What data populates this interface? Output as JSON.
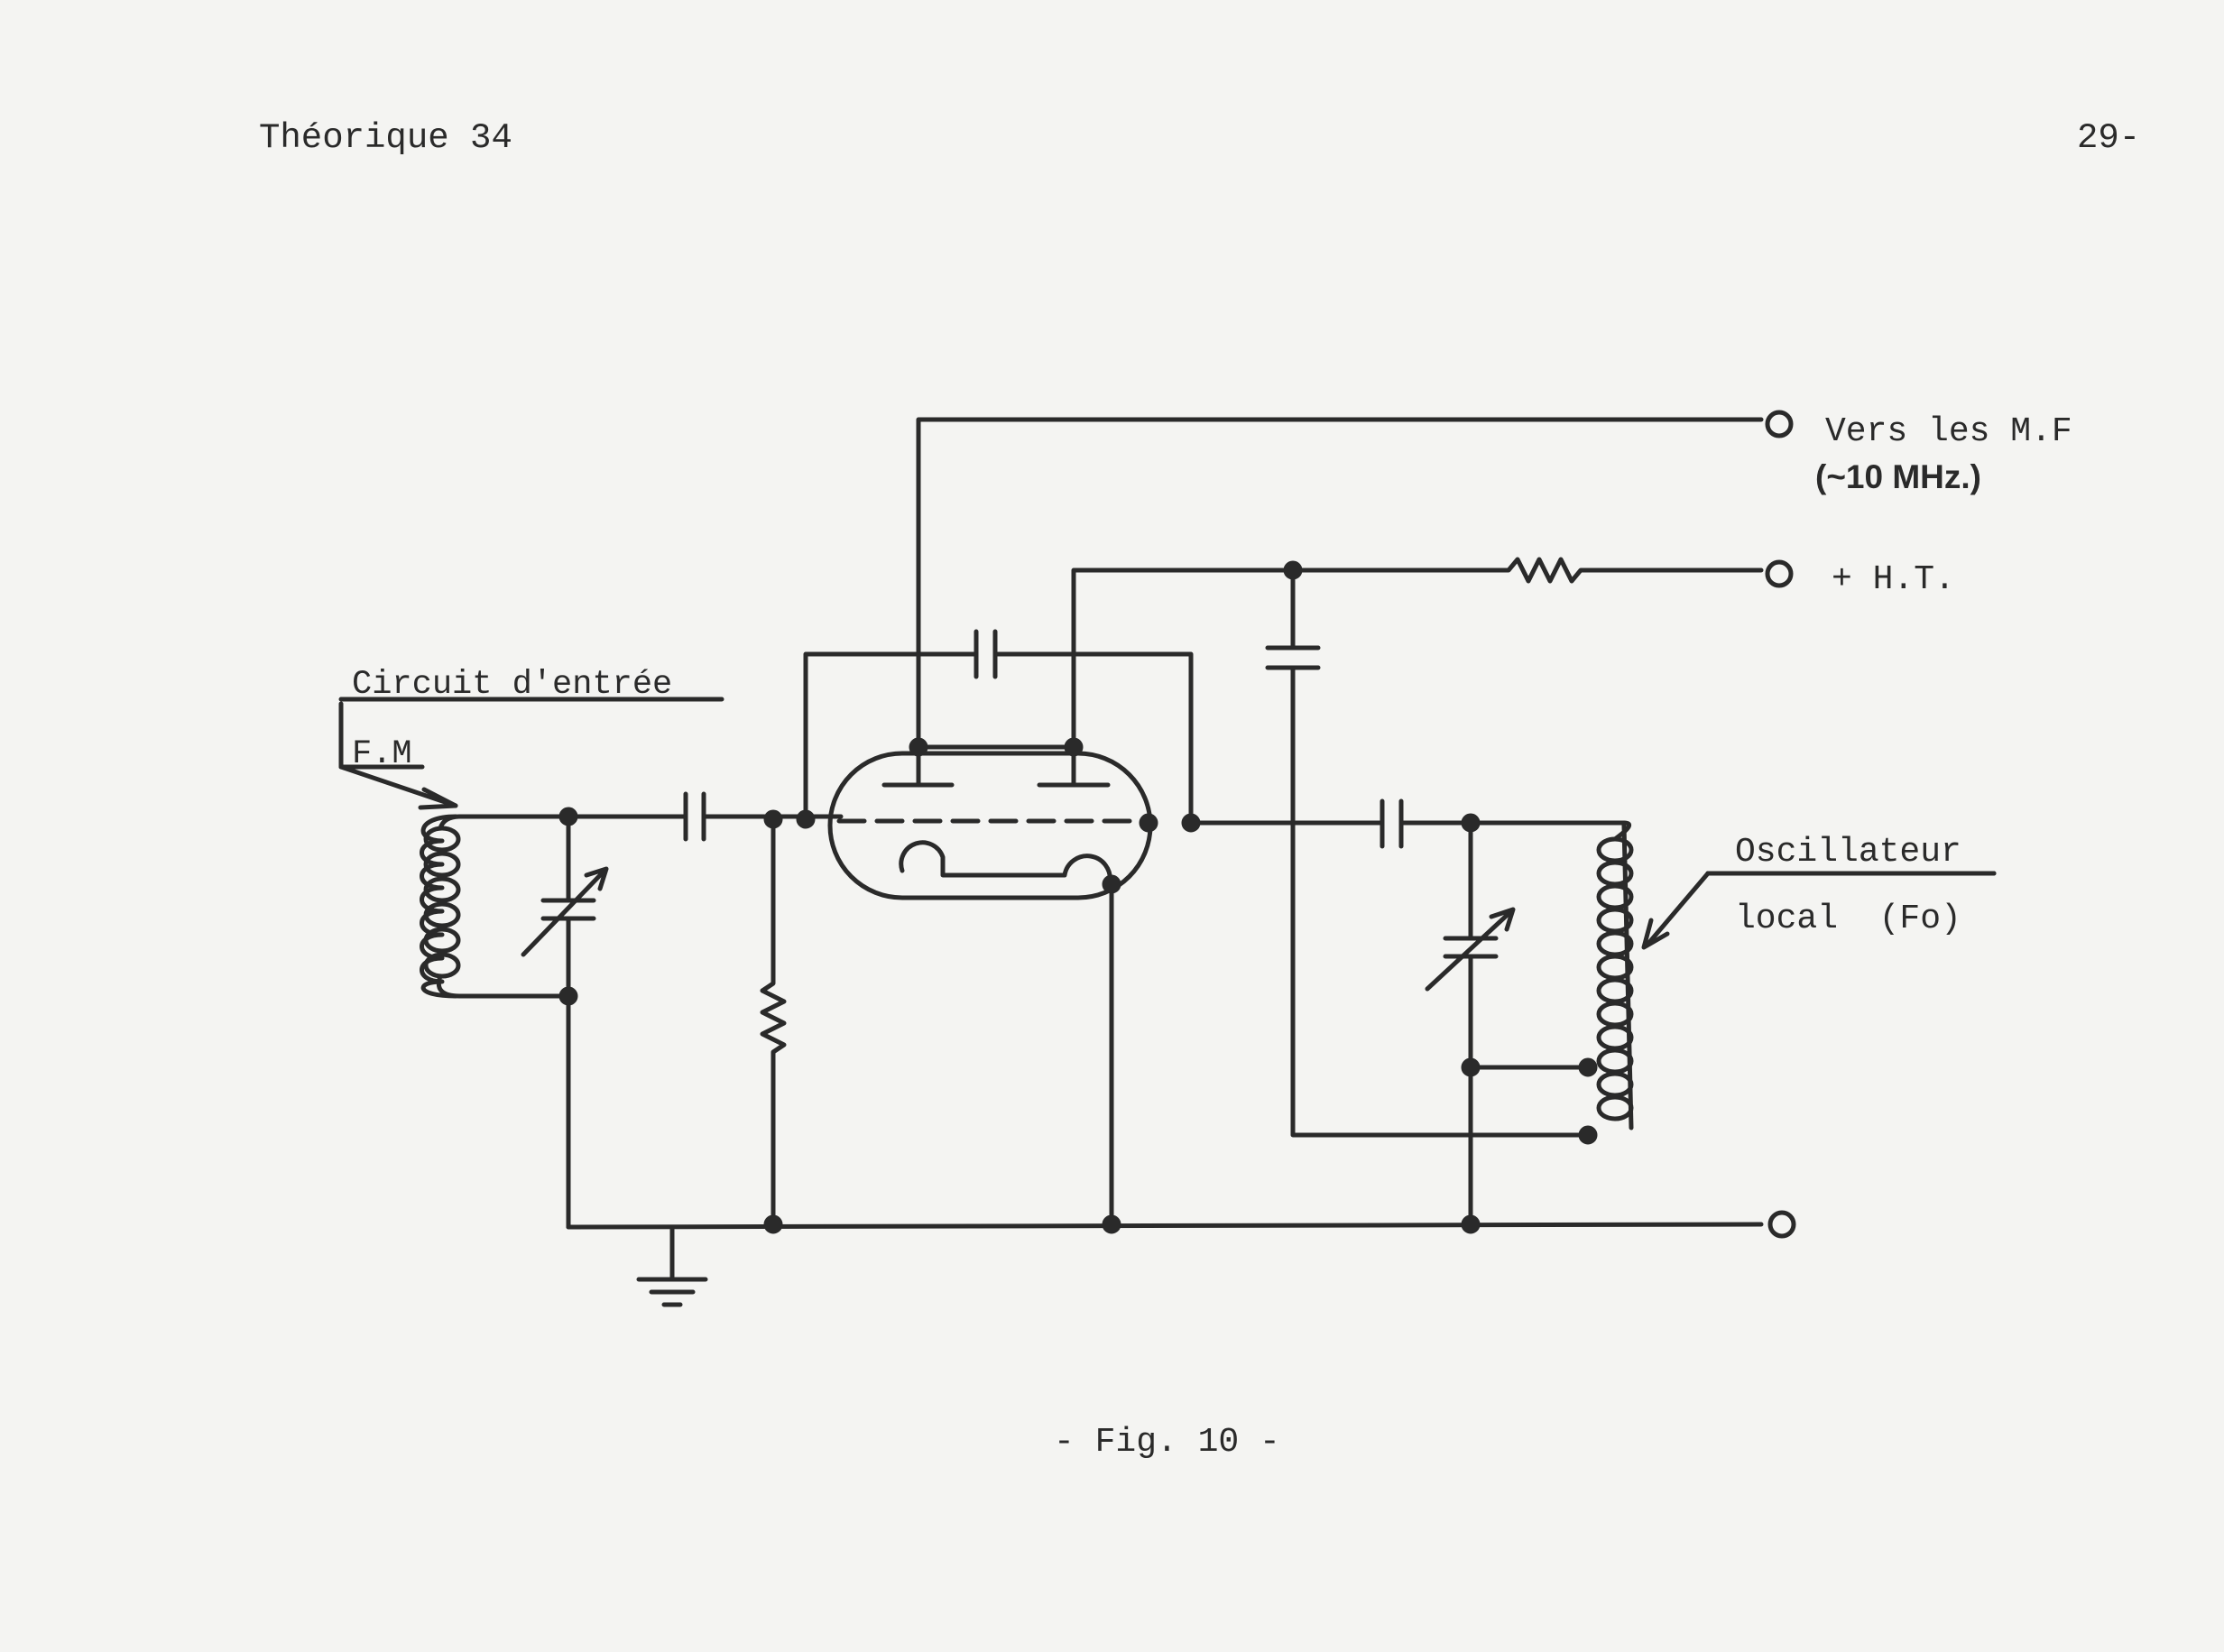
{
  "header": {
    "title": "Théorique 34",
    "page_number": "29-"
  },
  "labels": {
    "input_circuit": "Circuit d'entrée",
    "input_fm": "F.M",
    "output_to_if": "Vers les M.F",
    "output_frequency": "(~10 MHz.)",
    "supply": "+ H.T.",
    "oscillator_line1": "Oscillateur",
    "oscillator_line2": "local  (Fo)"
  },
  "caption": "- Fig. 10 -",
  "colors": {
    "ink": "#2a2a2a",
    "paper": "#f4f4f2"
  }
}
